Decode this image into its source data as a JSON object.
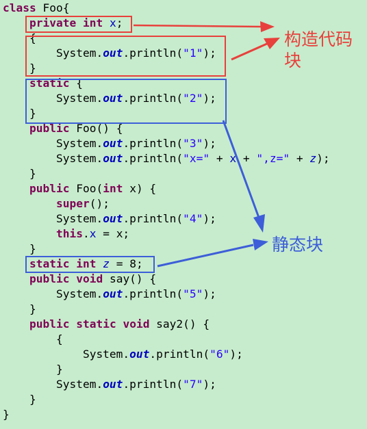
{
  "annotations": {
    "ctor_block": "构造代码块",
    "static_block": "静态块"
  },
  "colors": {
    "background": "#c7eccd",
    "keyword": "#7f0055",
    "field": "#0000c0",
    "string": "#2a00ff",
    "red_box": "#e8403c",
    "blue_box": "#3d5ed8"
  },
  "code_lines": [
    [
      {
        "t": "class",
        "c": "kw"
      },
      {
        "t": " Foo{"
      }
    ],
    [
      {
        "t": "    "
      },
      {
        "t": "private",
        "c": "kw"
      },
      {
        "t": " "
      },
      {
        "t": "int",
        "c": "kw"
      },
      {
        "t": " "
      },
      {
        "t": "x",
        "c": "field"
      },
      {
        "t": ";"
      }
    ],
    [
      {
        "t": "    {"
      }
    ],
    [
      {
        "t": "        System."
      },
      {
        "t": "out",
        "c": "fld"
      },
      {
        "t": ".println("
      },
      {
        "t": "\"1\"",
        "c": "str"
      },
      {
        "t": ");"
      }
    ],
    [
      {
        "t": "    }"
      }
    ],
    [
      {
        "t": "    "
      },
      {
        "t": "static",
        "c": "kw"
      },
      {
        "t": " {"
      }
    ],
    [
      {
        "t": "        System."
      },
      {
        "t": "out",
        "c": "fld"
      },
      {
        "t": ".println("
      },
      {
        "t": "\"2\"",
        "c": "str"
      },
      {
        "t": ");"
      }
    ],
    [
      {
        "t": "    }"
      }
    ],
    [
      {
        "t": "    "
      },
      {
        "t": "public",
        "c": "kw"
      },
      {
        "t": " Foo() {"
      }
    ],
    [
      {
        "t": "        System."
      },
      {
        "t": "out",
        "c": "fld"
      },
      {
        "t": ".println("
      },
      {
        "t": "\"3\"",
        "c": "str"
      },
      {
        "t": ");"
      }
    ],
    [
      {
        "t": "        System."
      },
      {
        "t": "out",
        "c": "fld"
      },
      {
        "t": ".println("
      },
      {
        "t": "\"x=\"",
        "c": "str"
      },
      {
        "t": " + "
      },
      {
        "t": "x",
        "c": "field"
      },
      {
        "t": " + "
      },
      {
        "t": "\",z=\"",
        "c": "str"
      },
      {
        "t": " + "
      },
      {
        "t": "z",
        "c": "sfield"
      },
      {
        "t": ");"
      }
    ],
    [
      {
        "t": "    }"
      }
    ],
    [
      {
        "t": "    "
      },
      {
        "t": "public",
        "c": "kw"
      },
      {
        "t": " Foo("
      },
      {
        "t": "int",
        "c": "kw"
      },
      {
        "t": " x) {"
      }
    ],
    [
      {
        "t": "        "
      },
      {
        "t": "super",
        "c": "kw"
      },
      {
        "t": "();"
      }
    ],
    [
      {
        "t": "        System."
      },
      {
        "t": "out",
        "c": "fld"
      },
      {
        "t": ".println("
      },
      {
        "t": "\"4\"",
        "c": "str"
      },
      {
        "t": ");"
      }
    ],
    [
      {
        "t": "        "
      },
      {
        "t": "this",
        "c": "kw"
      },
      {
        "t": "."
      },
      {
        "t": "x",
        "c": "field"
      },
      {
        "t": " = x;"
      }
    ],
    [
      {
        "t": "    }"
      }
    ],
    [
      {
        "t": "    "
      },
      {
        "t": "static",
        "c": "kw"
      },
      {
        "t": " "
      },
      {
        "t": "int",
        "c": "kw"
      },
      {
        "t": " "
      },
      {
        "t": "z",
        "c": "sfield"
      },
      {
        "t": " = 8;"
      }
    ],
    [
      {
        "t": "    "
      },
      {
        "t": "public",
        "c": "kw"
      },
      {
        "t": " "
      },
      {
        "t": "void",
        "c": "kw"
      },
      {
        "t": " say() {"
      }
    ],
    [
      {
        "t": "        System."
      },
      {
        "t": "out",
        "c": "fld"
      },
      {
        "t": ".println("
      },
      {
        "t": "\"5\"",
        "c": "str"
      },
      {
        "t": ");"
      }
    ],
    [
      {
        "t": "    }"
      }
    ],
    [
      {
        "t": "    "
      },
      {
        "t": "public",
        "c": "kw"
      },
      {
        "t": " "
      },
      {
        "t": "static",
        "c": "kw"
      },
      {
        "t": " "
      },
      {
        "t": "void",
        "c": "kw"
      },
      {
        "t": " say2() {"
      }
    ],
    [
      {
        "t": "        {"
      }
    ],
    [
      {
        "t": "            System."
      },
      {
        "t": "out",
        "c": "fld"
      },
      {
        "t": ".println("
      },
      {
        "t": "\"6\"",
        "c": "str"
      },
      {
        "t": ");"
      }
    ],
    [
      {
        "t": "        }"
      }
    ],
    [
      {
        "t": "        System."
      },
      {
        "t": "out",
        "c": "fld"
      },
      {
        "t": ".println("
      },
      {
        "t": "\"7\"",
        "c": "str"
      },
      {
        "t": ");"
      }
    ],
    [
      {
        "t": "    }"
      }
    ],
    [
      {
        "t": "}"
      }
    ]
  ]
}
